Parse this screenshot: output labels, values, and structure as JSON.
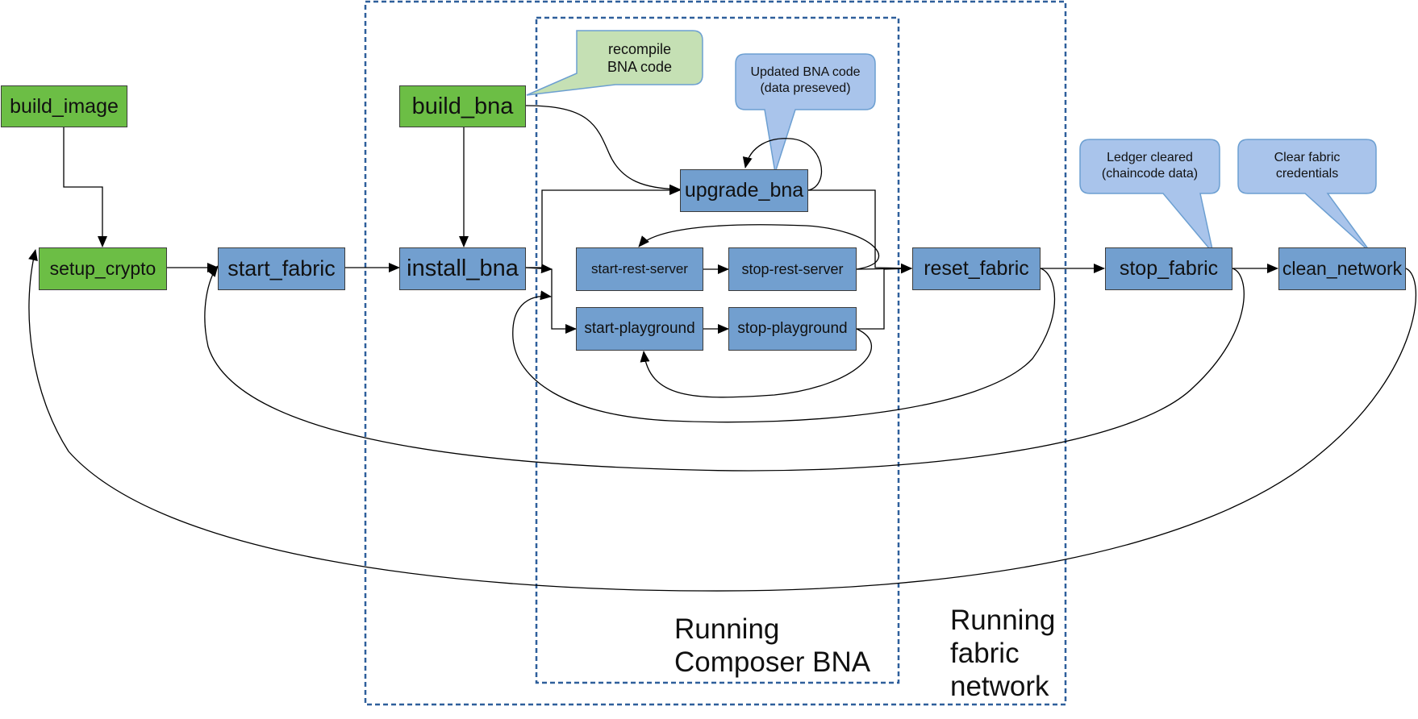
{
  "colors": {
    "green_node": "#6cbe45",
    "blue_node": "#729fcf",
    "green_callout": "#c5e0b4",
    "blue_callout": "#a9c4eb",
    "region_border": "#2e5f9b",
    "edge": "#000000"
  },
  "nodes": {
    "build_image": "build_image",
    "setup_crypto": "setup_crypto",
    "start_fabric": "start_fabric",
    "build_bna": "build_bna",
    "install_bna": "install_bna",
    "upgrade_bna": "upgrade_bna",
    "start_rest_server": "start-rest-server",
    "stop_rest_server": "stop-rest-server",
    "start_playground": "start-playground",
    "stop_playground": "stop-playground",
    "reset_fabric": "reset_fabric",
    "stop_fabric": "stop_fabric",
    "clean_network": "clean_network"
  },
  "callouts": {
    "recompile": [
      "recompile",
      "BNA code"
    ],
    "updated": [
      "Updated BNA code",
      "(data preseved)"
    ],
    "ledger": [
      "Ledger cleared",
      "(chaincode data)"
    ],
    "clear": [
      "Clear fabric",
      "credentials"
    ]
  },
  "regions": {
    "composer_bna": [
      "Running",
      "Composer BNA"
    ],
    "fabric_network": [
      "Running",
      "fabric",
      "network"
    ]
  }
}
